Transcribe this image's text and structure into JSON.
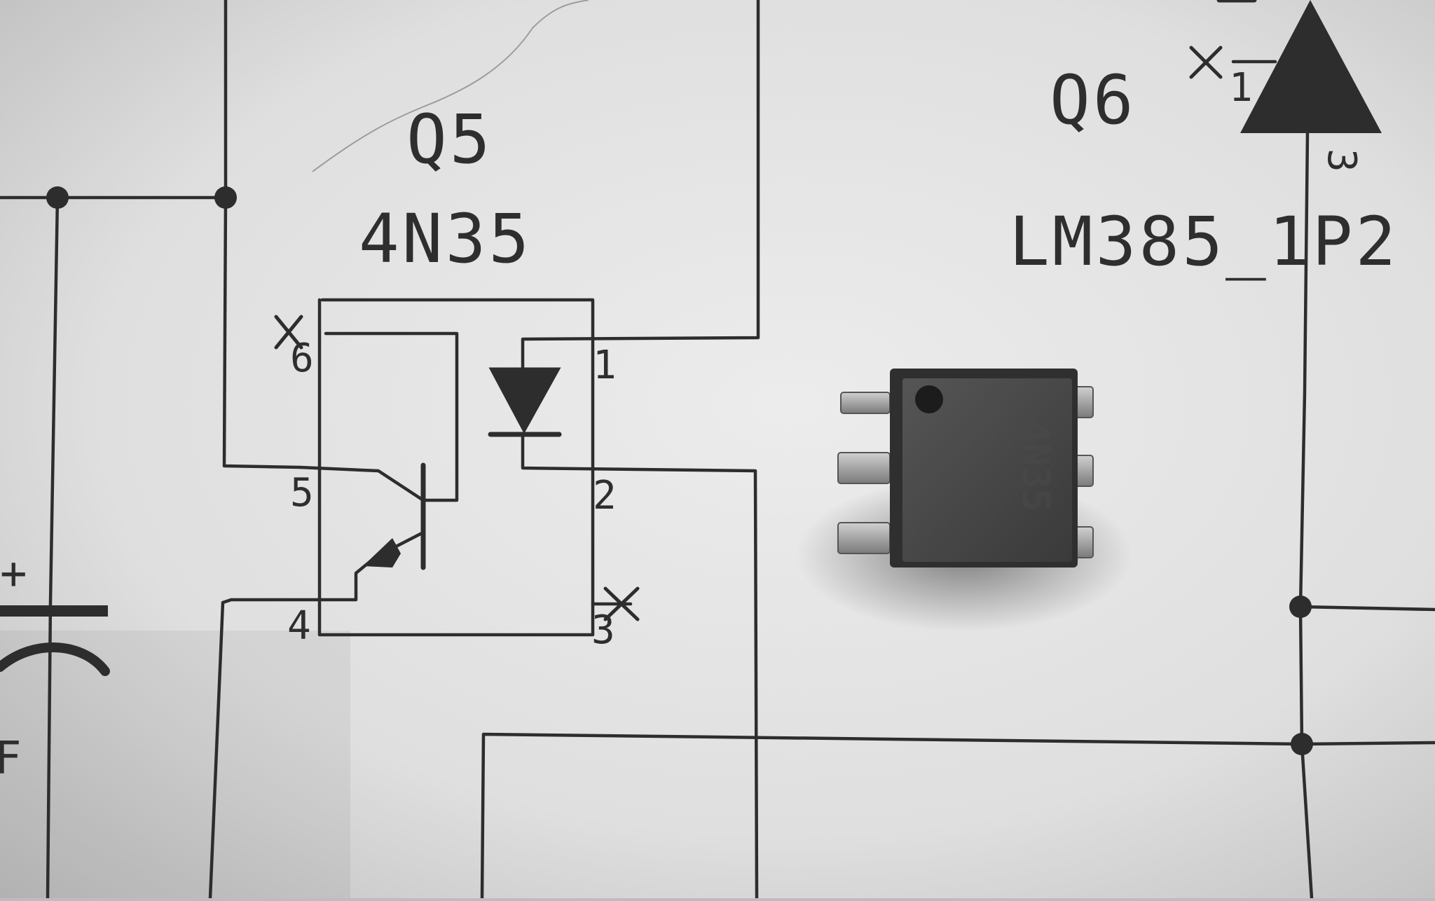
{
  "schematic": {
    "q5": {
      "ref": "Q5",
      "value": "4N35",
      "pins": [
        "1",
        "2",
        "3",
        "4",
        "5",
        "6"
      ]
    },
    "q6": {
      "ref": "Q6",
      "value": "LM385_1P2",
      "pins": [
        "1",
        "3"
      ]
    },
    "capacitor": {
      "polarity": "+",
      "unit_fragment": "F"
    }
  },
  "chip": {
    "marking": "4N35",
    "pin_count": 6
  },
  "colors": {
    "paper": "#e6e6e6",
    "ink": "#2d2d2d",
    "chip_body": "#474747",
    "lead": "#9a9a9a"
  }
}
